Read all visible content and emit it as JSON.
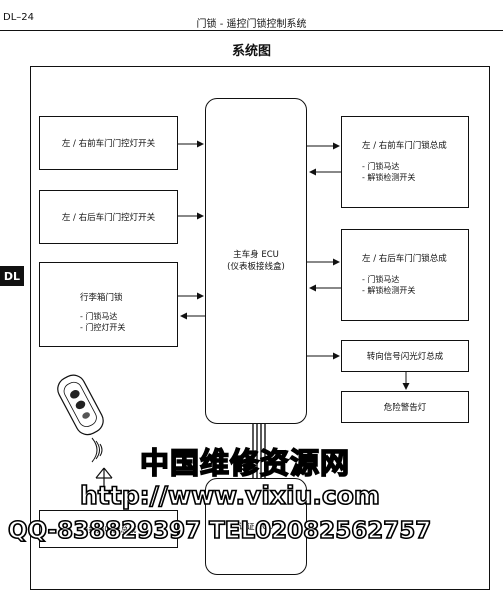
{
  "header": {
    "page_code": "DL–24",
    "section_title": "门锁 - 遥控门锁控制系统"
  },
  "diagram": {
    "title": "系统图",
    "side_tab": "DL",
    "center_box": {
      "line1": "主车身 ECU",
      "line2": "(仪表板接线盒)"
    },
    "left_boxes": {
      "front_courtesy": "左 / 右前车门门控灯开关",
      "rear_courtesy": "左 / 右后车门门控灯开关",
      "trunk": {
        "title": "行李箱门锁",
        "items": [
          "- 门锁马达",
          "- 门控灯开关"
        ]
      }
    },
    "right_boxes": {
      "front_lock": {
        "title": "左 / 右前车门门锁总成",
        "items": [
          "- 门锁马达",
          "- 解锁检测开关"
        ]
      },
      "rear_lock": {
        "title": "左 / 右后车门门锁总成",
        "items": [
          "- 门锁马达",
          "- 解锁检测开关"
        ]
      },
      "flasher": "转向信号闪光灯总成",
      "hazard": "危险警告灯"
    },
    "bottom_boxes": {
      "left": "遥控接收器总成",
      "center": "认证 ECU"
    }
  },
  "watermark": {
    "line1": "中国维修资源网",
    "line2": "http://www.vixiu.com",
    "line3": "QQ-838829397 TEL02082562757"
  }
}
